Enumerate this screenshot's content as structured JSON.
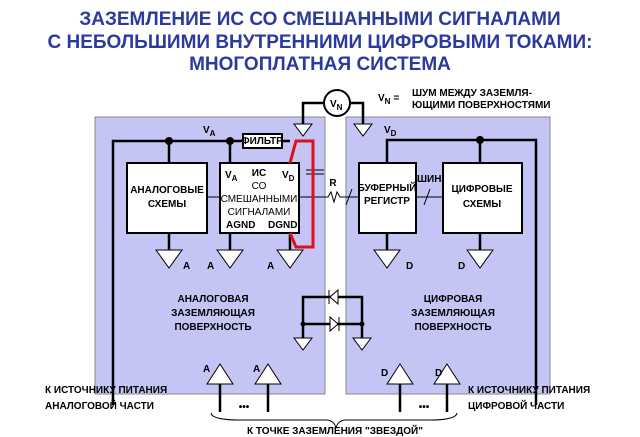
{
  "title": [
    "ЗАЗЕМЛЕНИЕ ИС СО СМЕШАННЫМИ СИГНАЛАМИ",
    "С НЕБОЛЬШИМИ ВНУТРЕННИМИ ЦИФРОВЫМИ ТОКАМИ:",
    "МНОГОПЛАТНАЯ СИСТЕМА"
  ],
  "colors": {
    "title": "#2b3a9e",
    "plane": "#c5c5f5",
    "red_loop": "#e0101a"
  },
  "vn": {
    "symbol": "V",
    "sub": "N",
    "eq": "=",
    "desc": [
      "ШУМ МЕЖДУ ЗАЗЕМЛЯ-",
      "ЮЩИМИ ПОВЕРХНОСТЯМИ"
    ]
  },
  "va_label": {
    "v": "V",
    "sub": "A"
  },
  "vd_label": {
    "v": "V",
    "sub": "D"
  },
  "filter": "ФИЛЬТР",
  "analog_box": [
    "АНАЛОГОВЫЕ",
    "СХЕМЫ"
  ],
  "ic_box": {
    "lines": [
      "ИС",
      "СО",
      "СМЕШАННЫМИ",
      "СИГНАЛАМИ"
    ],
    "va": "V",
    "va_sub": "A",
    "vd": "V",
    "vd_sub": "D",
    "agnd": "AGND",
    "dgnd": "DGND"
  },
  "resistor": "R",
  "bus": "ШИНА",
  "buffer_box": [
    "БУФЕРНЫЙ",
    "РЕГИСТР"
  ],
  "digital_box": [
    "ЦИФРОВЫЕ",
    "СХЕМЫ"
  ],
  "ground_a": "A",
  "ground_d": "D",
  "analog_plane": [
    "АНАЛОГОВАЯ",
    "ЗАЗЕМЛЯЮЩАЯ",
    "ПОВЕРХНОСТЬ"
  ],
  "digital_plane": [
    "ЦИФРОВАЯ",
    "ЗАЗЕМЛЯЮЩАЯ",
    "ПОВЕРХНОСТЬ"
  ],
  "dots": "•••",
  "analog_supply": [
    "К ИСТОЧНИКУ ПИТАНИЯ",
    "АНАЛОГОВОЙ ЧАСТИ"
  ],
  "digital_supply": [
    "К ИСТОЧНИКУ ПИТАНИЯ",
    "ЦИФРОВОЙ ЧАСТИ"
  ],
  "star_ground": "К ТОЧКЕ ЗАЗЕМЛЕНИЯ \"ЗВЕЗДОЙ\""
}
